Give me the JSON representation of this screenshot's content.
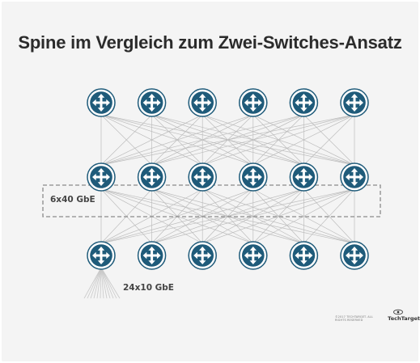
{
  "title": "Spine im Vergleich zum Zwei-Switches-Ansatz",
  "labels": {
    "uplink": "6x40 GbE",
    "access": "24x10 GbE"
  },
  "footer": {
    "copyright": "©2017 TECHTARGET. ALL RIGHTS RESERVED",
    "brand": "TechTarget"
  },
  "colors": {
    "background": "#f4f4f4",
    "switch_icon": "#1f5b7a",
    "link_line": "#bdbdbd",
    "dashed_box": "#8a8a8a"
  },
  "icons": {
    "switch": "network-switch-icon",
    "brand": "eye-logo-icon"
  },
  "topology": {
    "rows": [
      {
        "name": "spine-top",
        "count": 6
      },
      {
        "name": "leaf-middle",
        "count": 6
      },
      {
        "name": "leaf-bottom",
        "count": 6
      }
    ],
    "full_mesh_between_adjacent_rows": true
  }
}
